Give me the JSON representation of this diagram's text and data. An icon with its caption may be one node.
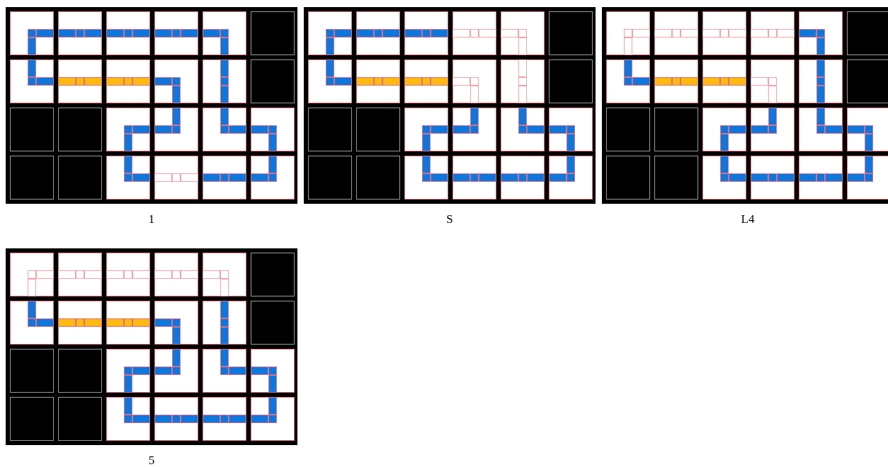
{
  "diagram": {
    "labels": [
      "1",
      "S",
      "L4",
      "5"
    ]
  }
}
